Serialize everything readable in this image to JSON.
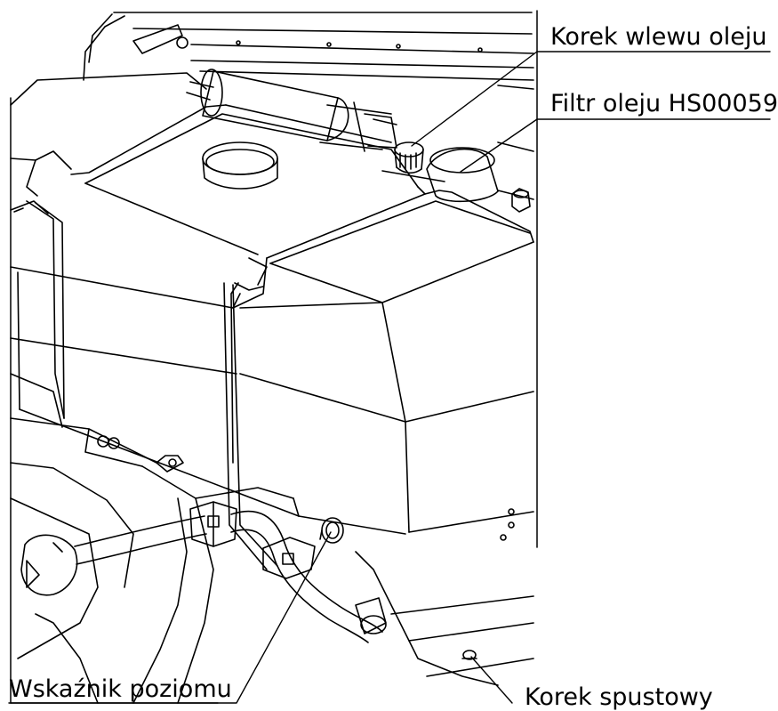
{
  "drawing": {
    "subject": "hydraulic oil tank assembly line drawing",
    "stroke_color": "#000000",
    "background_color": "#ffffff"
  },
  "callouts": {
    "oil_filler_cap": "Korek wlewu oleju",
    "oil_filter": "Filtr oleju HS00059",
    "level_indicator": "Wskaźnik poziomu",
    "drain_plug": "Korek spustowy"
  }
}
